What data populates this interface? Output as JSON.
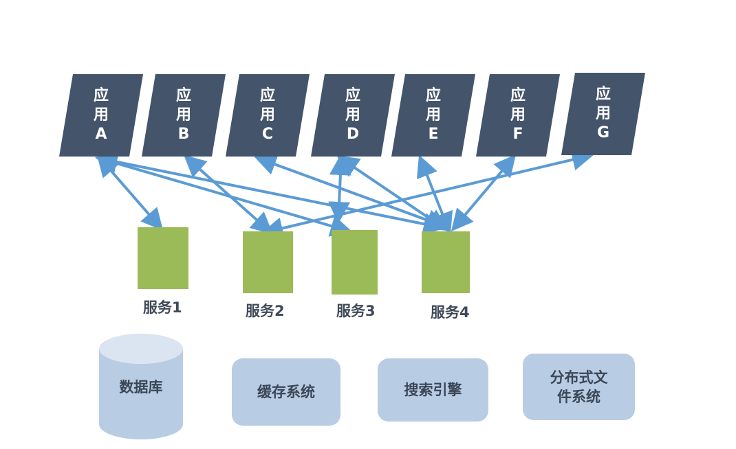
{
  "colors": {
    "app_fill": "#44546a",
    "service_fill": "#9bbb59",
    "infra_fill": "#b8cce4",
    "arrow": "#5b9bd5",
    "text_dark": "#404a59"
  },
  "apps": [
    {
      "line1": "应",
      "line2": "用",
      "line3": "A"
    },
    {
      "line1": "应",
      "line2": "用",
      "line3": "B"
    },
    {
      "line1": "应",
      "line2": "用",
      "line3": "C"
    },
    {
      "line1": "应",
      "line2": "用",
      "line3": "D"
    },
    {
      "line1": "应",
      "line2": "用",
      "line3": "E"
    },
    {
      "line1": "应",
      "line2": "用",
      "line3": "F"
    },
    {
      "line1": "应",
      "line2": "用",
      "line3": "G"
    }
  ],
  "services": [
    {
      "label": "服务1"
    },
    {
      "label": "服务2"
    },
    {
      "label": "服务3"
    },
    {
      "label": "服务4"
    }
  ],
  "infrastructure": {
    "database": "数据库",
    "cache": "缓存系统",
    "search": "搜索引擎",
    "filesystem_line1": "分布式文",
    "filesystem_line2": "件系统"
  },
  "connections": [
    {
      "from": "A",
      "to": "服务1"
    },
    {
      "from": "A",
      "to": "服务3"
    },
    {
      "from": "A",
      "to": "服务4"
    },
    {
      "from": "B",
      "to": "服务2"
    },
    {
      "from": "C",
      "to": "服务4"
    },
    {
      "from": "D",
      "to": "服务3"
    },
    {
      "from": "D",
      "to": "服务4"
    },
    {
      "from": "E",
      "to": "服务4"
    },
    {
      "from": "F",
      "to": "服务4"
    },
    {
      "from": "G",
      "to": "服务2"
    }
  ]
}
